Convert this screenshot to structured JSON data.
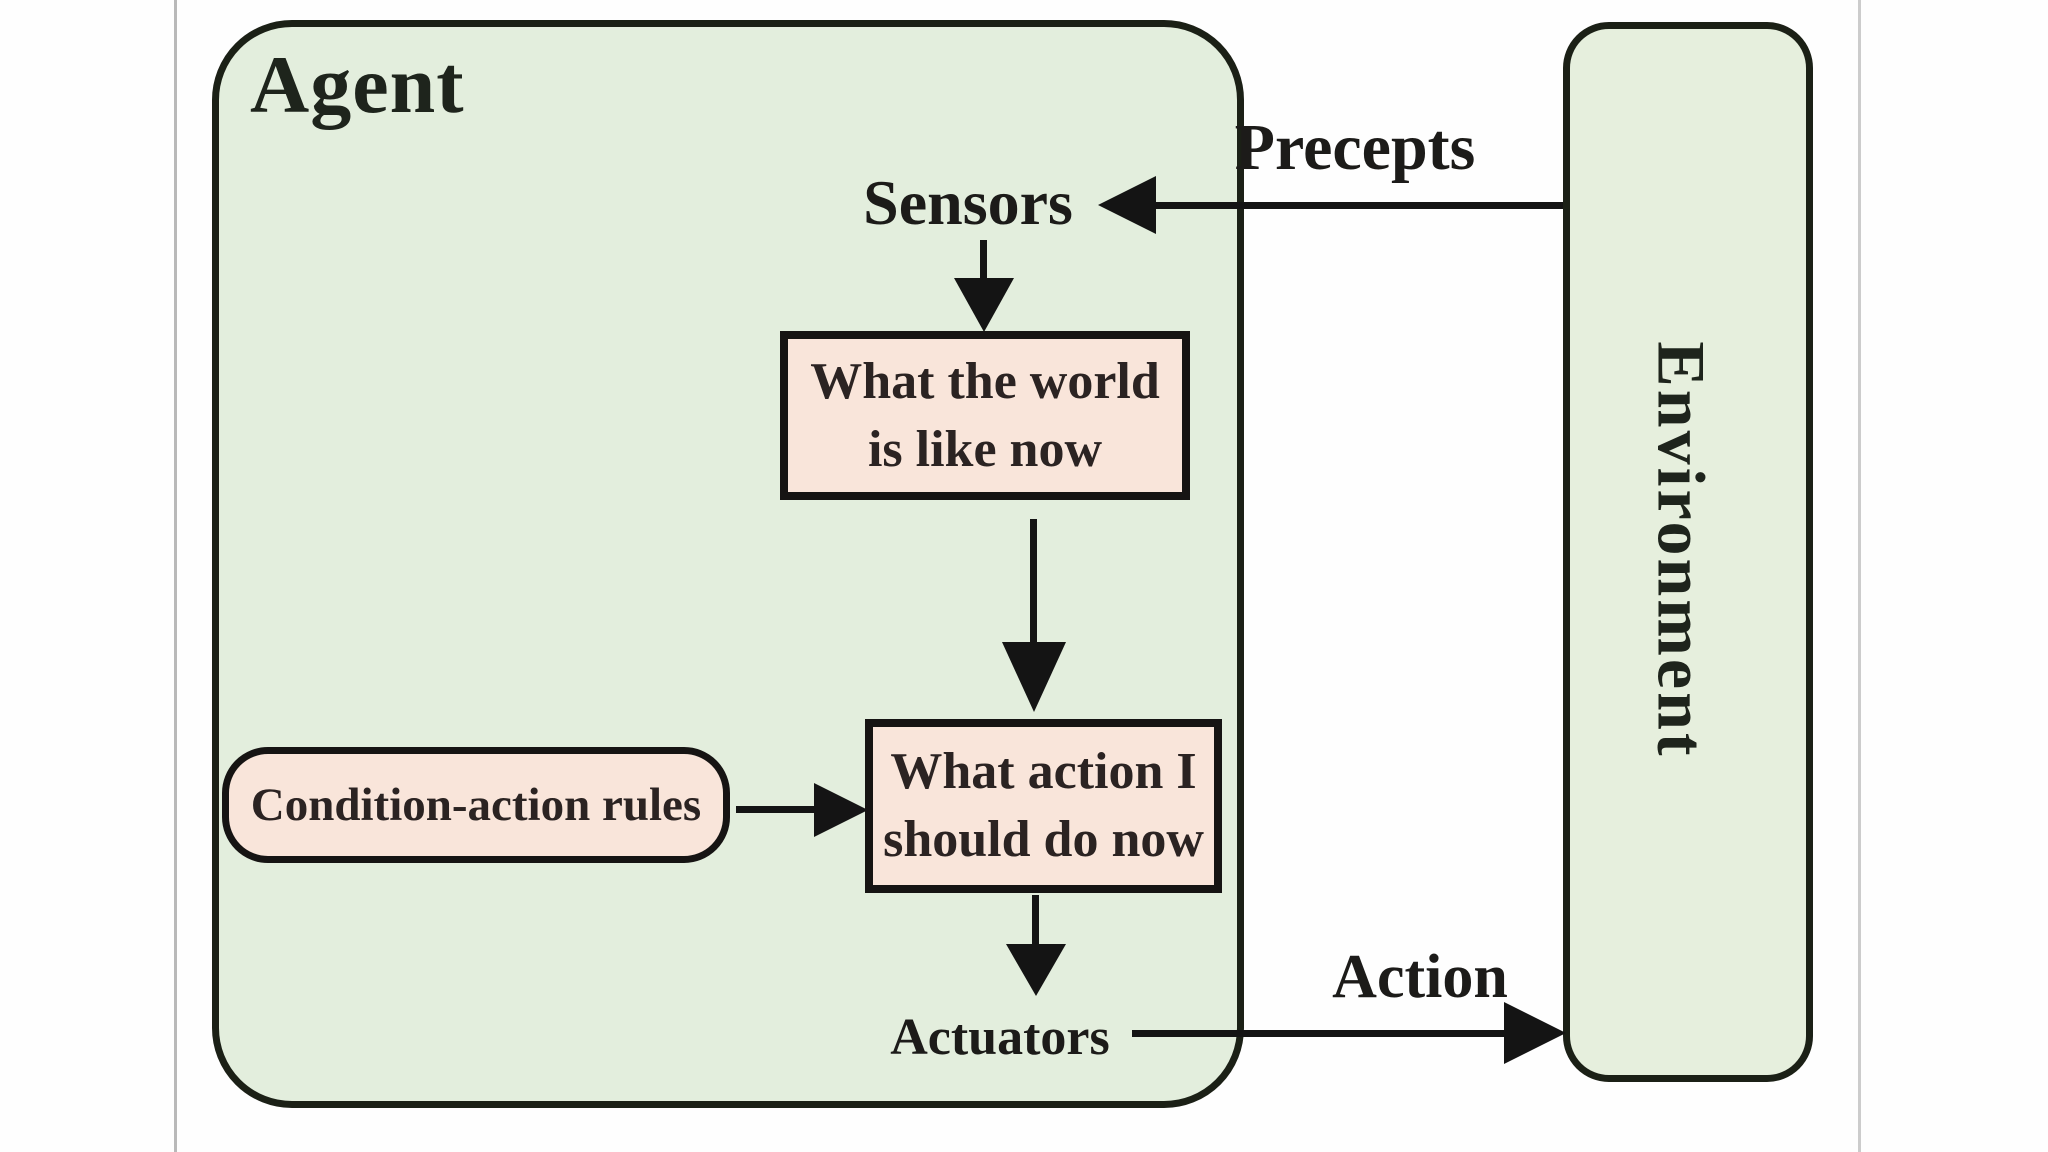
{
  "agent": {
    "label": "Agent"
  },
  "environment": {
    "label": "Environment"
  },
  "nodes": {
    "sensors": {
      "label": "Sensors"
    },
    "world": {
      "line1": "What the world",
      "line2": "is like now"
    },
    "rules": {
      "label": "Condition-action rules"
    },
    "action_choice": {
      "line1": "What action I",
      "line2": "should do now"
    },
    "actuators": {
      "label": "Actuators"
    }
  },
  "edges": {
    "precepts": {
      "label": "Precepts",
      "direction": "environment-to-sensors"
    },
    "action": {
      "label": "Action",
      "direction": "actuators-to-environment"
    }
  },
  "colors": {
    "agent_fill": "#e3eedd",
    "environment_fill": "#e6efdd",
    "process_box_fill": "#f9e5da",
    "stroke": "#141414",
    "border": "#1b2016",
    "page_line": "#c2c2c2",
    "text": "#201f1d",
    "background": "#fefefe"
  }
}
